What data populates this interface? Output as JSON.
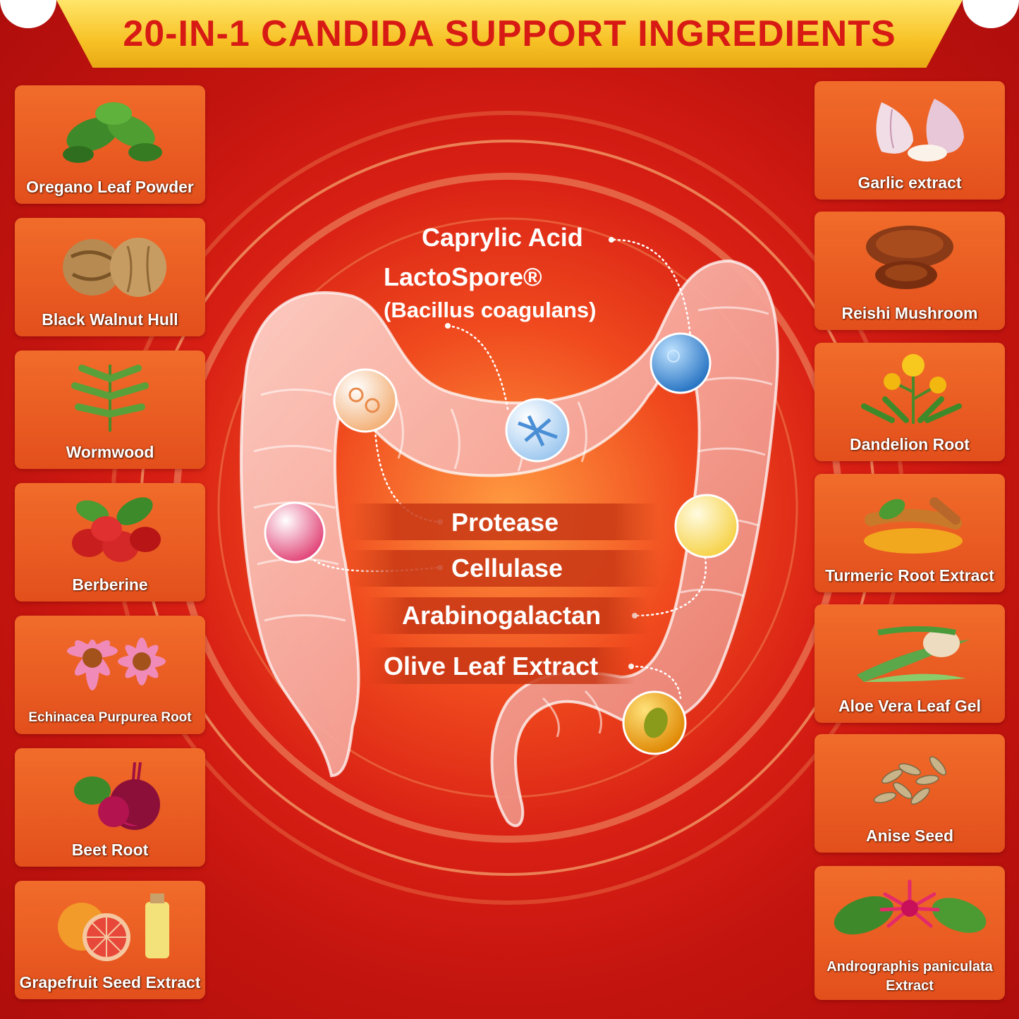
{
  "title": "20-IN-1 CANDIDA SUPPORT INGREDIENTS",
  "left_items": [
    {
      "label": "Oregano Leaf Powder",
      "icon": "oregano-leaf-icon"
    },
    {
      "label": "Black Walnut Hull",
      "icon": "walnut-icon"
    },
    {
      "label": "Wormwood",
      "icon": "wormwood-icon"
    },
    {
      "label": "Berberine",
      "icon": "berry-icon"
    },
    {
      "label": "Echinacea Purpurea Root",
      "icon": "echinacea-flower-icon"
    },
    {
      "label": "Beet Root",
      "icon": "beet-icon"
    },
    {
      "label": "Grapefruit Seed Extract",
      "icon": "grapefruit-icon"
    }
  ],
  "right_items": [
    {
      "label": "Garlic extract",
      "icon": "garlic-icon"
    },
    {
      "label": "Reishi Mushroom",
      "icon": "mushroom-icon"
    },
    {
      "label": "Dandelion Root",
      "icon": "dandelion-icon"
    },
    {
      "label": "Turmeric Root Extract",
      "icon": "turmeric-icon"
    },
    {
      "label": "Aloe Vera Leaf Gel",
      "icon": "aloe-icon"
    },
    {
      "label": "Anise Seed",
      "icon": "anise-seed-icon"
    },
    {
      "label": "Andrographis paniculata",
      "label2": "Extract",
      "icon": "andrographis-flower-icon"
    }
  ],
  "center": {
    "caprylic": "Caprylic Acid",
    "lactospore": "LactoSpore®",
    "bacillus": "(Bacillus coagulans)",
    "protease": "Protease",
    "cellulase": "Cellulase",
    "arabinogalactan": "Arabinogalactan",
    "olive": "Olive Leaf Extract"
  },
  "colors": {
    "banner_text": "#d71a14",
    "banner_bg": "#f7c226",
    "background": "#d81f14",
    "card": "#e85a22"
  }
}
